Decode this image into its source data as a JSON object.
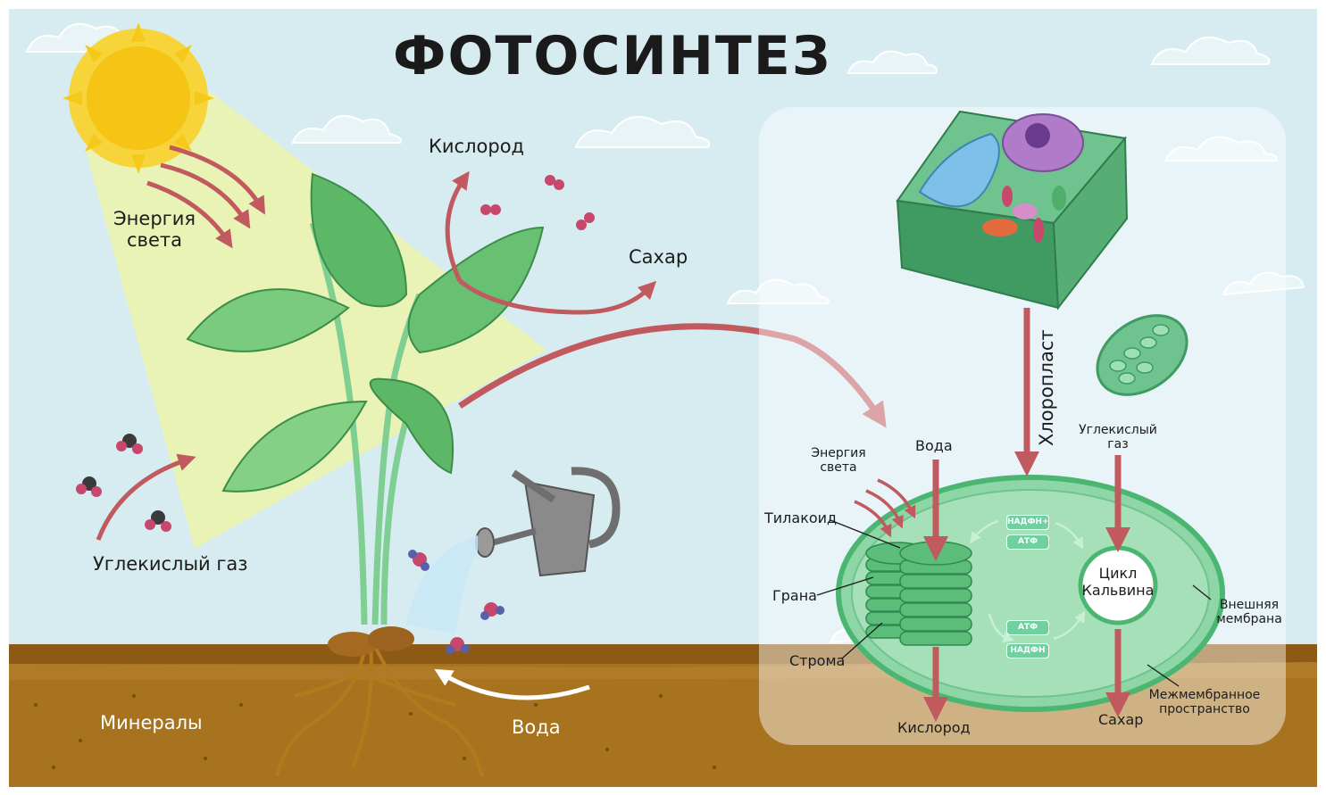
{
  "title": "ФОТОСИНТЕЗ",
  "left": {
    "light_energy": [
      "Энергия",
      "света"
    ],
    "oxygen": "Кислород",
    "sugar": "Сахар",
    "co2": "Углекислый газ",
    "minerals": "Минералы",
    "water": "Вода"
  },
  "right": {
    "chloroplast": "Хлоропласт",
    "light_energy": [
      "Энергия",
      "света"
    ],
    "water": "Вода",
    "co2": [
      "Углекислый",
      "газ"
    ],
    "thylakoid": "Тилакоид",
    "granum": "Грана",
    "stroma": "Строма",
    "calvin": [
      "Цикл",
      "Кальвина"
    ],
    "outer_membrane": [
      "Внешняя",
      "мембрана"
    ],
    "intermembrane": [
      "Межмембранное",
      "пространство"
    ],
    "oxygen": "Кислород",
    "sugar": "Сахар",
    "nadph_plus": "НАДФН+",
    "atp1": "АТФ",
    "atp2": "АТФ",
    "nadph": "НАДФН"
  },
  "colors": {
    "sky": "#d6ecf0",
    "soil": "#a8731f",
    "arrow": "#c05a5e",
    "leaf": "#6cc06e",
    "chloroplast": "#8fd6a6"
  }
}
